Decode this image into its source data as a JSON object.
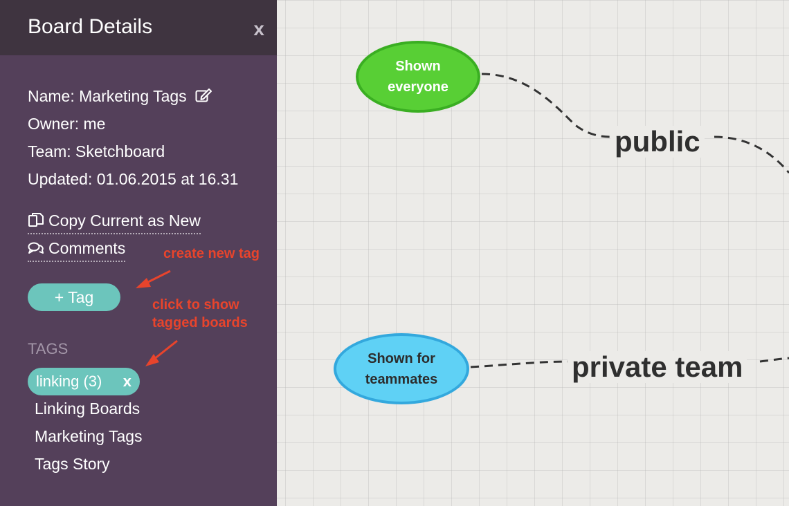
{
  "sidebar": {
    "title": "Board Details",
    "close_label": "x",
    "details": {
      "name": "Name: Marketing Tags",
      "owner": "Owner: me",
      "team": "Team: Sketchboard",
      "updated": "Updated: 01.06.2015 at 16.31"
    },
    "actions": {
      "copy_label": "Copy Current as New",
      "comments_label": "Comments"
    },
    "tag_button_label": "+ Tag",
    "tags_heading": "TAGS",
    "tag_chip": {
      "label": "linking (3)",
      "remove_label": "x"
    },
    "tagged_boards": [
      "Linking Boards",
      "Marketing Tags",
      "Tags Story"
    ]
  },
  "annotations": {
    "create_new_tag": "create new tag",
    "click_to_show_line1": "click to show",
    "click_to_show_line2": "tagged boards"
  },
  "canvas": {
    "bubble_public": {
      "line1": "Shown",
      "line2": "everyone"
    },
    "bubble_team": {
      "line1": "Shown for",
      "line2": "teammates"
    },
    "label_public": "public",
    "label_private": "private team"
  },
  "colors": {
    "sidebar_bg": "#54405a",
    "header_bg": "#3f3440",
    "accent_teal": "#6cc5bc",
    "annotation_red": "#e8442c",
    "bubble_green": "#58cf35",
    "bubble_blue": "#5fd1f5"
  }
}
